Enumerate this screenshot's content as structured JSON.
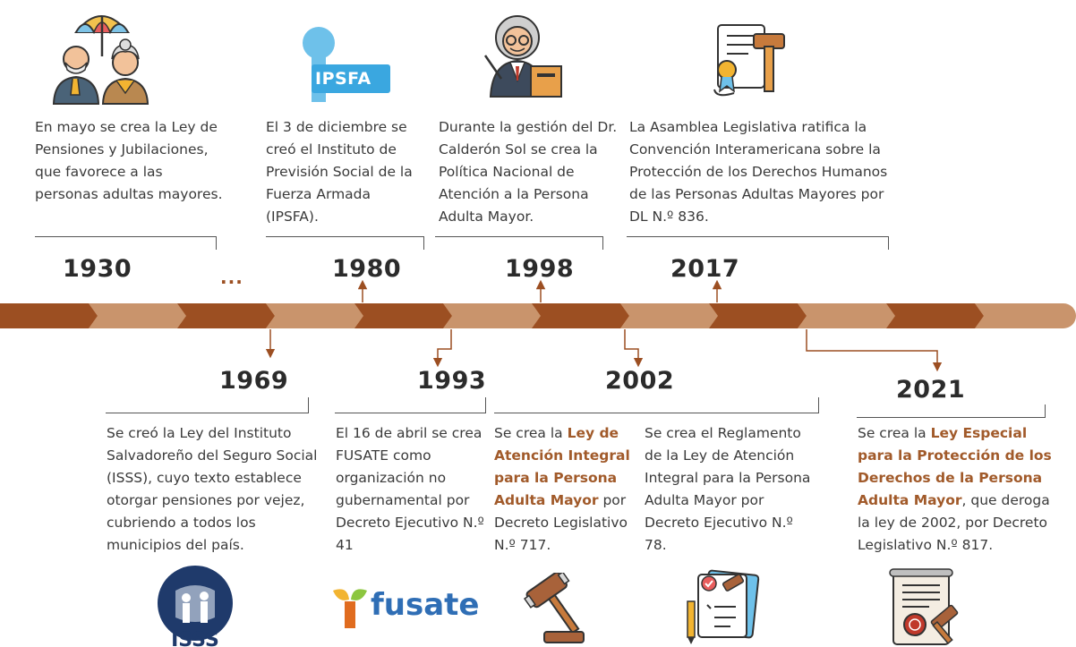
{
  "colors": {
    "dark": "#9c4f22",
    "light": "#c9946c",
    "highlight": "#a15a2a",
    "arrow": "#9c4f22"
  },
  "ellipsis": "...",
  "events_top": [
    {
      "year": "1930",
      "icon": "elderly-couple-umbrella-icon",
      "text": "En mayo se crea la Ley de Pensiones y Jubilaciones, que favorece a las personas adultas mayores."
    },
    {
      "year": "1980",
      "icon": "ipsfa-logo-icon",
      "logo_text": "IPSFA",
      "text": "El 3 de diciembre se creó el Instituto de Previsión Social de la Fuerza Armada (IPSFA)."
    },
    {
      "year": "1998",
      "icon": "elderly-man-desk-icon",
      "text": "Durante la gestión del Dr. Calderón Sol se crea la Política Nacional de Atención a la Persona Adulta Mayor."
    },
    {
      "year": "2017",
      "icon": "document-gavel-icon",
      "text": "La Asamblea Legislativa ratifica la Convención Interamericana sobre la Protección de los Derechos Humanos de las Personas Adultas Mayores por DL N.º 836."
    }
  ],
  "events_bottom": [
    {
      "year": "1969",
      "icon": "isss-logo-icon",
      "logo_text": "ISSS",
      "text": "Se creó la Ley del Instituto Salvadoreño del Seguro Social (ISSS), cuyo texto establece otorgar pensiones por vejez, cubriendo a todos los municipios del país."
    },
    {
      "year": "1993",
      "icon": "fusate-logo-icon",
      "logo_text": "fusate",
      "text": "El 16 de abril se crea FUSATE como organización no gubernamental por Decreto Ejecutivo N.º 41"
    },
    {
      "year": "2002",
      "icon": "gavel-icon",
      "pre": "Se crea la ",
      "highlight": "Ley de Atención Integral para la Persona Adulta Mayor",
      "post": " por Decreto Legislativo N.º 717."
    },
    {
      "year": "",
      "icon": "checklist-gavel-icon",
      "text": "Se crea el Reglamento de la Ley de Atención Integral para la Persona Adulta Mayor por Decreto Ejecutivo N.º 78."
    },
    {
      "year": "2021",
      "icon": "certificate-scroll-icon",
      "pre": "Se crea la ",
      "highlight": "Ley Especial para la Protección de los Derechos de la Persona Adulta Mayor",
      "post": ", que deroga la ley de 2002, por Decreto Legislativo N.º 817."
    }
  ]
}
